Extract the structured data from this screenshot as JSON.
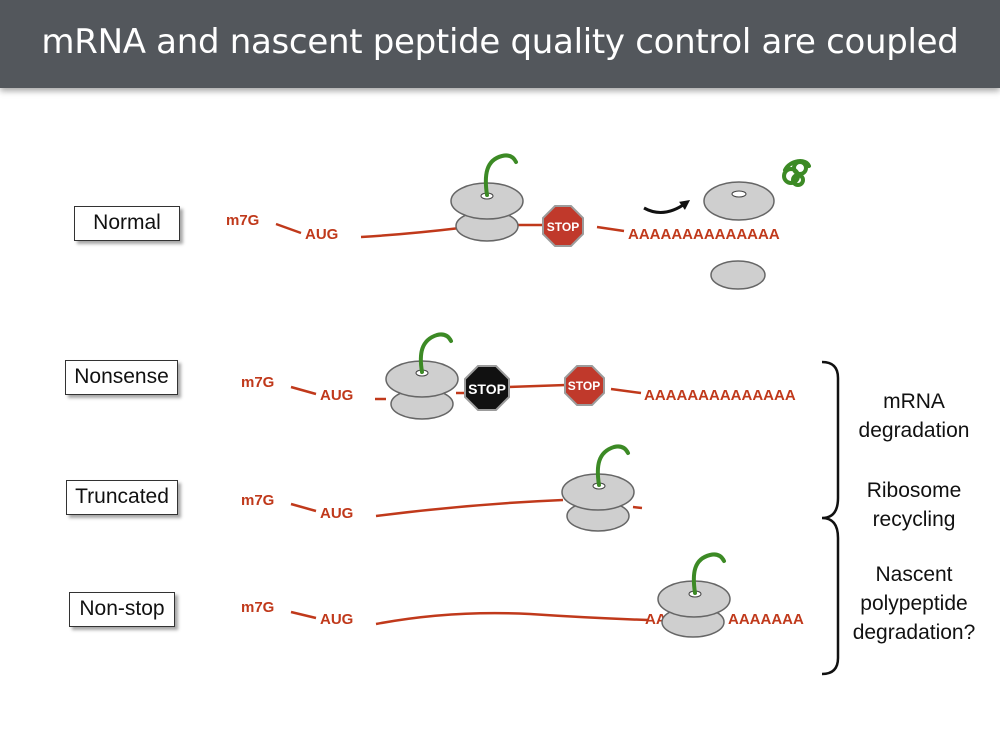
{
  "title": "mRNA and nascent peptide quality control are coupled",
  "rows": [
    {
      "label": "Normal"
    },
    {
      "label": "Nonsense"
    },
    {
      "label": "Truncated"
    },
    {
      "label": "Non-stop"
    }
  ],
  "mrna": {
    "cap": "m7G",
    "start": "AUG",
    "polya": "AAAAAAAAAAAAAA",
    "polya_partial_left": "AA",
    "polya_partial_right": "AAAAAAA"
  },
  "stop_sign": "STOP",
  "outcomes": [
    "mRNA degradation",
    "Ribosome recycling",
    "Nascent polypeptide degradation?"
  ],
  "colors": {
    "title_bar": "#53575c",
    "mrna": "#c0391b",
    "ribosome": "#cfcfcf",
    "peptide": "#3c8a25",
    "stop_red": "#c0392b",
    "stop_black": "#111111"
  }
}
